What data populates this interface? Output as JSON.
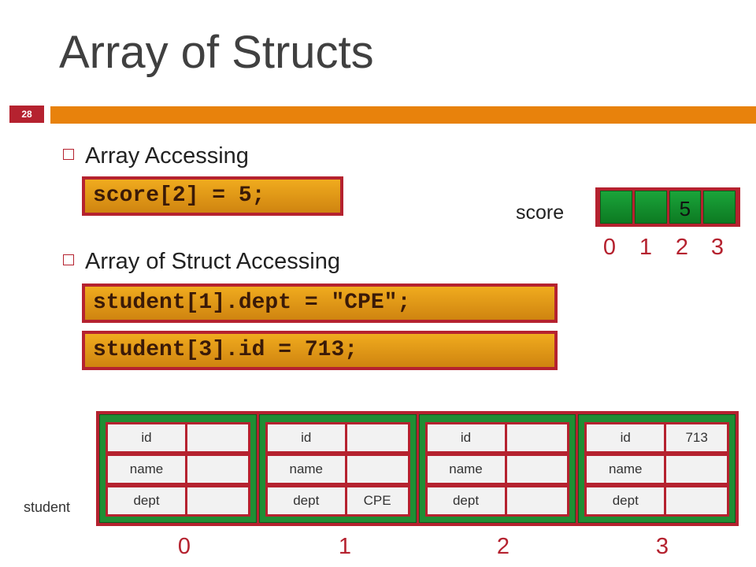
{
  "slide": {
    "title": "Array of Structs",
    "number": "28"
  },
  "bullets": [
    {
      "text": "Array Accessing"
    },
    {
      "text": "Array of Struct Accessing"
    }
  ],
  "code": [
    "score[2] = 5;",
    "student[1].dept = \"CPE\";",
    "student[3].id = 713;"
  ],
  "score_array": {
    "label": "score",
    "cells": [
      "",
      "",
      "5",
      ""
    ],
    "indices": [
      "0",
      "1",
      "2",
      "3"
    ]
  },
  "student_array": {
    "label": "student",
    "indices": [
      "0",
      "1",
      "2",
      "3"
    ],
    "elements": [
      {
        "fields": [
          {
            "name": "id",
            "value": ""
          },
          {
            "name": "name",
            "value": ""
          },
          {
            "name": "dept",
            "value": ""
          }
        ]
      },
      {
        "fields": [
          {
            "name": "id",
            "value": ""
          },
          {
            "name": "name",
            "value": ""
          },
          {
            "name": "dept",
            "value": "CPE"
          }
        ]
      },
      {
        "fields": [
          {
            "name": "id",
            "value": ""
          },
          {
            "name": "name",
            "value": ""
          },
          {
            "name": "dept",
            "value": ""
          }
        ]
      },
      {
        "fields": [
          {
            "name": "id",
            "value": "713"
          },
          {
            "name": "name",
            "value": ""
          },
          {
            "name": "dept",
            "value": ""
          }
        ]
      }
    ]
  },
  "colors": {
    "accent_orange": "#e8820c",
    "accent_red": "#b5222f",
    "cell_green": "#1f8e34",
    "code_gold": "#e09818"
  }
}
